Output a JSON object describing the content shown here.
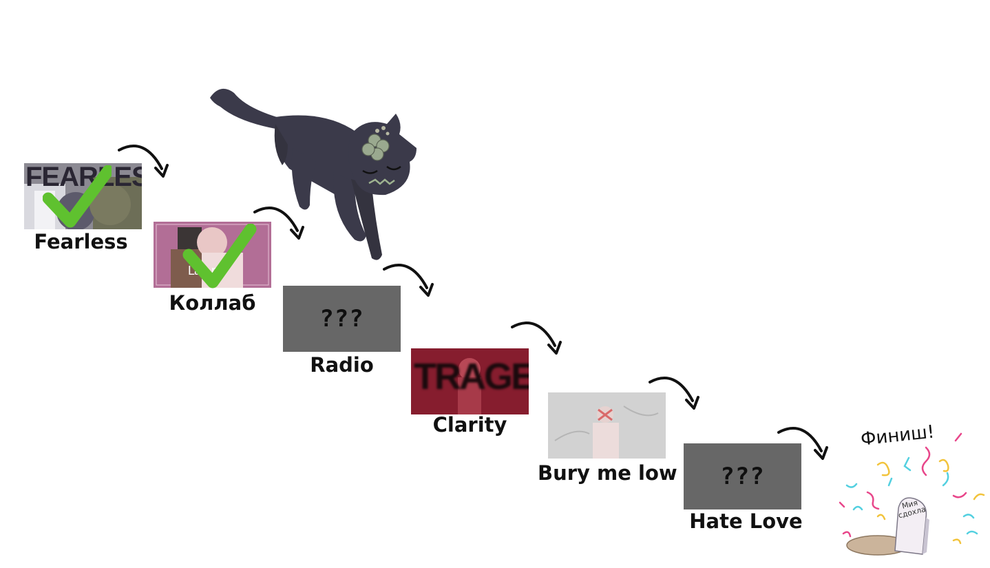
{
  "steps": [
    {
      "label": "Fearless",
      "thumb_text": "FEARLESS",
      "completed": true
    },
    {
      "label": "Коллаб",
      "thumb_text": "La    pe",
      "completed": true
    },
    {
      "label": "Radio",
      "thumb_text": "???",
      "completed": false
    },
    {
      "label": "Clarity",
      "thumb_text": "TRAGEDY",
      "completed": false
    },
    {
      "label": "Bury me low",
      "thumb_text": "",
      "completed": false
    },
    {
      "label": "Hate Love",
      "thumb_text": "???",
      "completed": false
    }
  ],
  "finish": {
    "title": "Финиш!",
    "tombstone_text": "Мия сдохла"
  },
  "colors": {
    "check": "#5fc12f",
    "placeholder": "#676767",
    "arrow": "#111111",
    "cat": "#3b3a4a"
  }
}
